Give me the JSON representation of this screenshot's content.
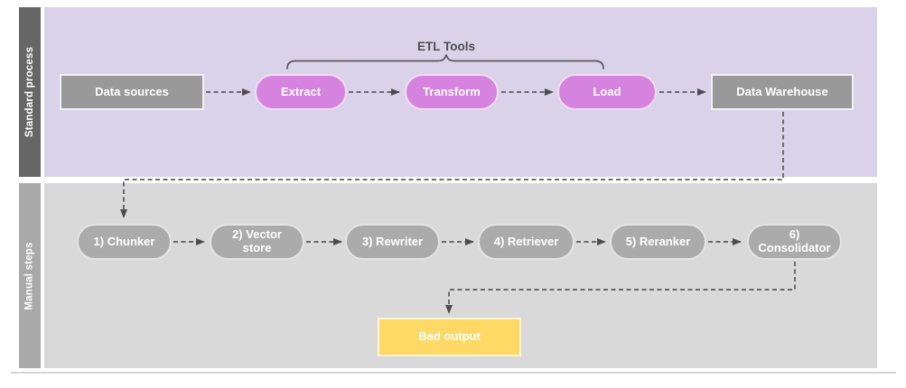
{
  "lanes": {
    "standard": {
      "label": "Standard process"
    },
    "manual": {
      "label": "Manual steps"
    }
  },
  "standard_process": {
    "group_label": "ETL Tools",
    "data_sources": "Data sources",
    "extract": "Extract",
    "transform": "Transform",
    "load": "Load",
    "data_warehouse": "Data Warehouse"
  },
  "manual_steps": {
    "steps": [
      "1) Chunker",
      "2) Vector store",
      "3) Rewriter",
      "4) Retriever",
      "5) Reranker",
      "6) Consolidator"
    ],
    "bad_output": "Bad output"
  },
  "edges": [
    {
      "from": "Data sources",
      "to": "Extract",
      "style": "dashed-arrow"
    },
    {
      "from": "Extract",
      "to": "Transform",
      "style": "dashed-arrow"
    },
    {
      "from": "Transform",
      "to": "Load",
      "style": "dashed-arrow"
    },
    {
      "from": "Load",
      "to": "Data Warehouse",
      "style": "dashed-arrow"
    },
    {
      "from": "Data Warehouse",
      "to": "1) Chunker",
      "style": "dashed-arrow-elbow"
    },
    {
      "from": "1) Chunker",
      "to": "2) Vector store",
      "style": "dashed-arrow"
    },
    {
      "from": "2) Vector store",
      "to": "3) Rewriter",
      "style": "dashed-arrow"
    },
    {
      "from": "3) Rewriter",
      "to": "4) Retriever",
      "style": "dashed-arrow"
    },
    {
      "from": "4) Retriever",
      "to": "5) Reranker",
      "style": "dashed-arrow"
    },
    {
      "from": "5) Reranker",
      "to": "6) Consolidator",
      "style": "dashed-arrow"
    },
    {
      "from": "6) Consolidator",
      "to": "Bad output",
      "style": "dashed-arrow-elbow"
    }
  ],
  "colors": {
    "lane_standard_bg": "#d9d2e9",
    "lane_manual_bg": "#d9d9d9",
    "lane_standard_label_bg": "#666666",
    "lane_manual_label_bg": "#a9a9a9",
    "etl_pill": "#d583de",
    "gray_box": "#999999",
    "manual_pill": "#ababab",
    "bad_output": "#ffd966",
    "connector": "#595959",
    "text_on_shapes": "#ffffff"
  }
}
